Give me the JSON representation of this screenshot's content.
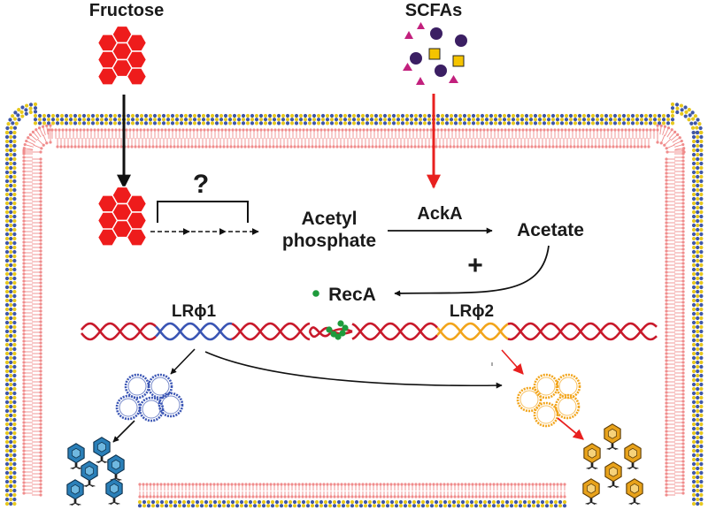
{
  "labels": {
    "fructose": "Fructose",
    "scfas": "SCFAs",
    "question": "?",
    "acetyl_line1": "Acetyl",
    "acetyl_line2": "phosphate",
    "acka": "AckA",
    "acetate": "Acetate",
    "plus": "+",
    "reca": "RecA",
    "lrphi1": "LRϕ1",
    "lrphi2": "LRϕ2"
  },
  "colors": {
    "fructose": "#ee1c1c",
    "arrow_black": "#111111",
    "arrow_red": "#e8201f",
    "dna_red": "#c8192b",
    "dna_blue": "#3a55b4",
    "dna_orange": "#f2a51c",
    "reca_green": "#1e9b3c",
    "membrane_head_blue": "#3f57a8",
    "membrane_head_yellow": "#e6c81e",
    "membrane_tail": "#f08c8c",
    "scfa_circle": "#3b1f63",
    "scfa_triangle": "#c2207d",
    "scfa_square": "#f5c400",
    "phage_blue": "#2a7fb8",
    "phage_orange": "#e8a21a"
  },
  "icons": {
    "fructose": "hexagon-cluster-icon",
    "scfa": "scfa-molecules-icon",
    "phage": "bacteriophage-icon",
    "plasmid": "circular-dna-icon"
  }
}
